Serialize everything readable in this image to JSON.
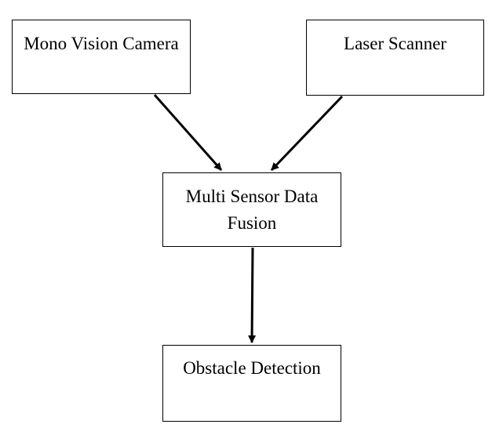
{
  "diagram": {
    "nodes": [
      {
        "id": "camera",
        "label": "Mono Vision Camera"
      },
      {
        "id": "laser",
        "label": "Laser Scanner"
      },
      {
        "id": "fusion",
        "label": "Multi Sensor Data Fusion"
      },
      {
        "id": "obstacle",
        "label": "Obstacle Detection"
      }
    ],
    "edges": [
      {
        "from": "camera",
        "to": "fusion"
      },
      {
        "from": "laser",
        "to": "fusion"
      },
      {
        "from": "fusion",
        "to": "obstacle"
      }
    ],
    "colors": {
      "stroke": "#000000",
      "background": "#ffffff"
    }
  }
}
